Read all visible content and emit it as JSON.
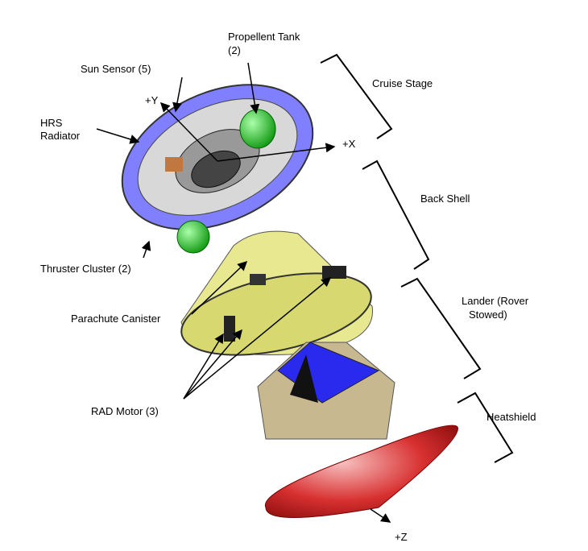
{
  "labels": {
    "propellent_tank_1": "Propellent Tank",
    "propellent_tank_2": "(2)",
    "sun_sensor": "Sun Sensor (5)",
    "cruise_stage": "Cruise Stage",
    "plus_y": "+Y",
    "hrs_1": "HRS",
    "hrs_2": "Radiator",
    "plus_x": "+X",
    "back_shell": "Back Shell",
    "thruster_cluster": "Thruster Cluster (2)",
    "parachute_canister": "Parachute Canister",
    "lander_1": "Lander (Rover",
    "lander_2": "Stowed)",
    "rad_motor": "RAD Motor (3)",
    "heatshield": "Heatshield",
    "plus_z": "+Z"
  },
  "colors": {
    "radiator": "#7f7fff",
    "tank": "#33dd33",
    "backshell": "#e8e890",
    "heatshield": "#d02020",
    "lander_frame": "#b0a080"
  }
}
